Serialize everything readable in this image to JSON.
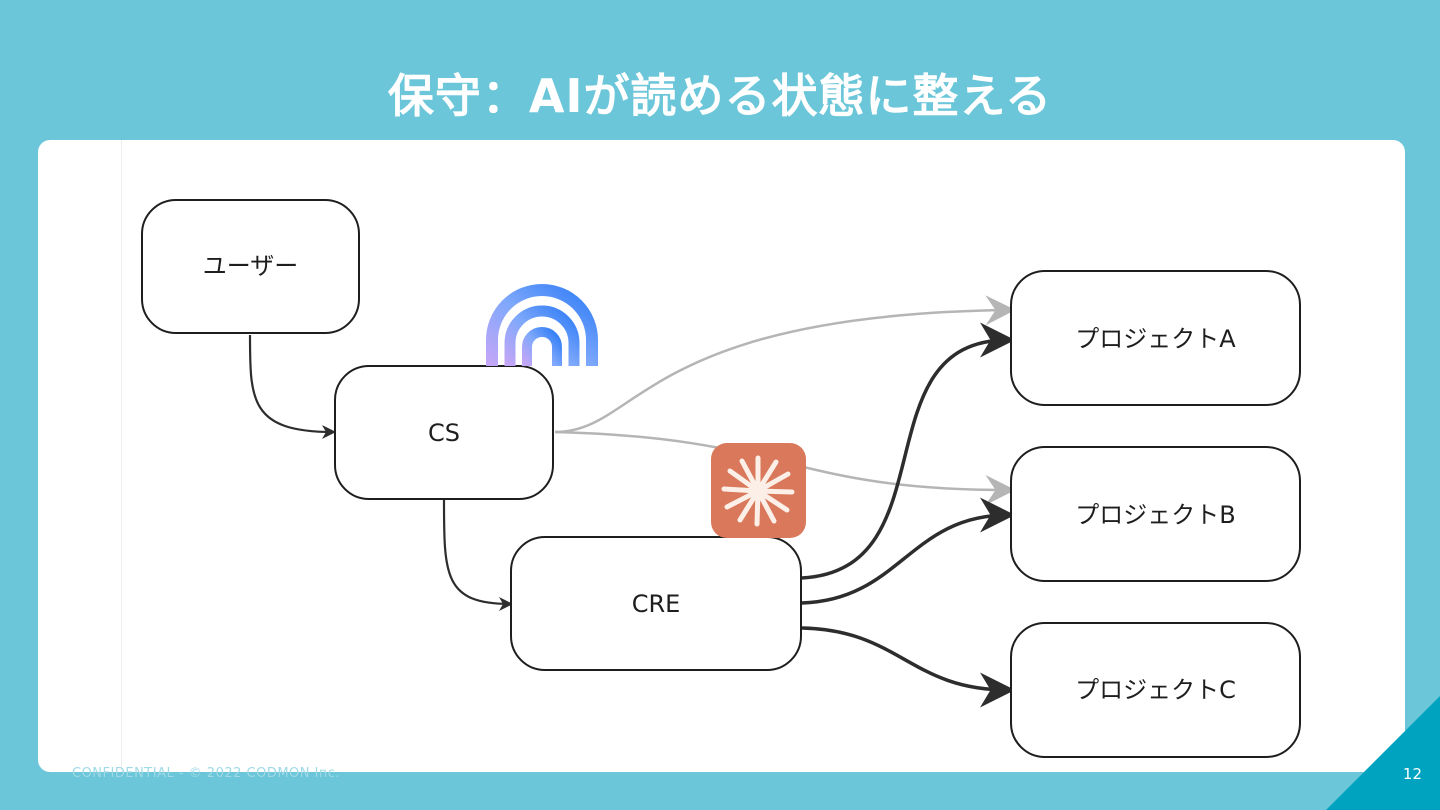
{
  "slide": {
    "title": "保守：AIが読める状態に整える",
    "footer": "CONFIDENTIAL - © 2022 CODMON Inc.",
    "page_number": "12"
  },
  "diagram": {
    "nodes": {
      "user": "ユーザー",
      "cs": "CS",
      "cre": "CRE",
      "project_a": "プロジェクトA",
      "project_b": "プロジェクトB",
      "project_c": "プロジェクトC"
    },
    "icons": {
      "cs_ai": "arc-logo-icon",
      "cre_ai": "asterisk-logo-icon"
    },
    "colors": {
      "background": "#6ac6d8",
      "strong_edge": "#2d2d2d",
      "weak_edge": "#b5b5b5",
      "arc_blue": "#3b82f6",
      "arc_purple": "#b39ef5",
      "asterisk_tile": "#d9785a",
      "corner": "#00a3bf"
    }
  }
}
